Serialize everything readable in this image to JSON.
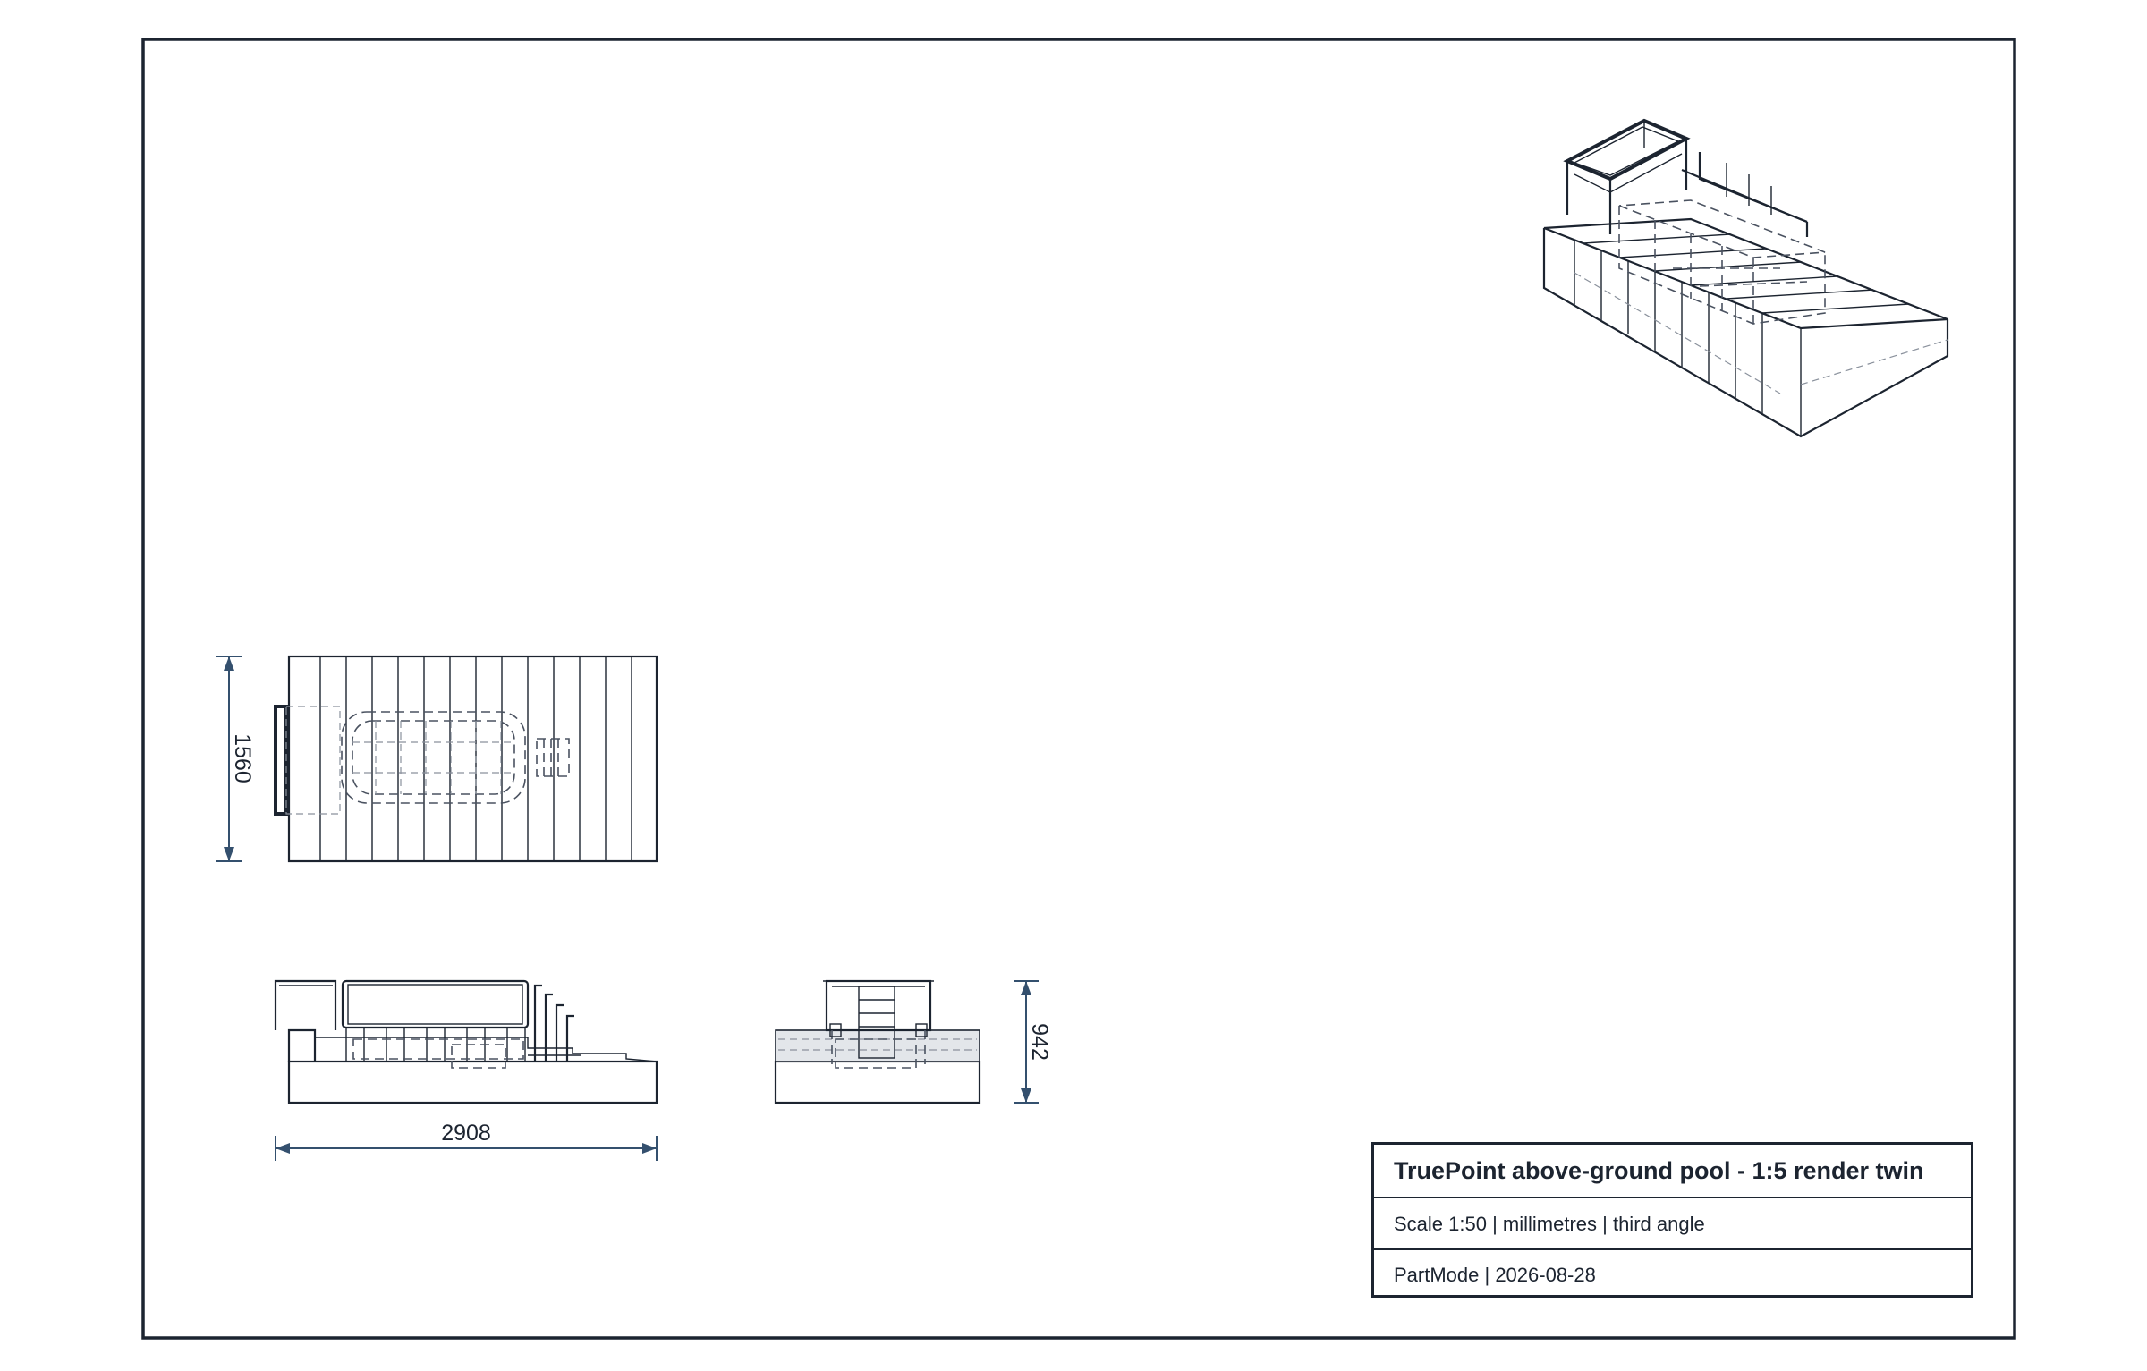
{
  "drawing": {
    "dimensions": {
      "plan_width": "1560",
      "front_length": "2908",
      "side_height": "942"
    }
  },
  "title_block": {
    "title": "TruePoint above-ground pool - 1:5 render twin",
    "scale_line": "Scale 1:50 | millimetres | third angle",
    "meta_line": "PartMode | 2026-08-28"
  }
}
